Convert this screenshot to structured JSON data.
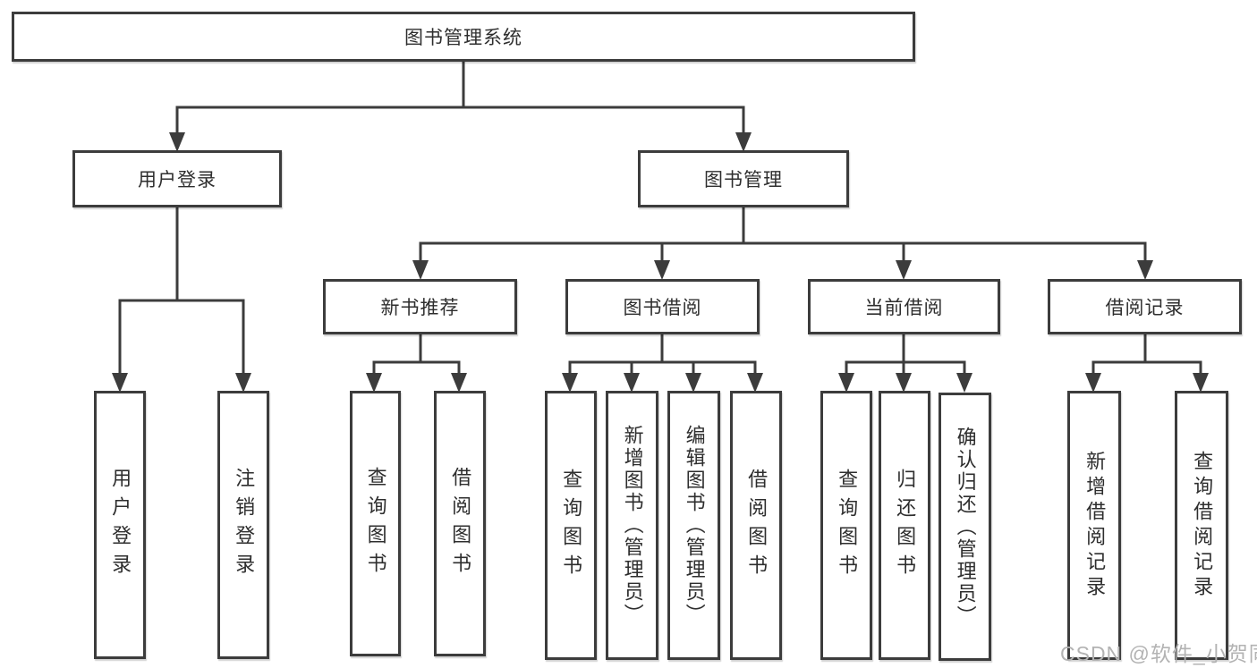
{
  "diagram": {
    "root_label": "图书管理系统",
    "user_branch": {
      "label": "用户登录",
      "children": [
        "用户登录",
        "注销登录"
      ]
    },
    "mgmt_branch": {
      "label": "图书管理",
      "groups": [
        {
          "label": "新书推荐",
          "children": [
            "查询图书",
            "借阅图书"
          ]
        },
        {
          "label": "图书借阅",
          "children": [
            "查询图书",
            "新增图书（管理员）",
            "编辑图书（管理员）",
            "借阅图书"
          ]
        },
        {
          "label": "当前借阅",
          "children": [
            "查询图书",
            "归还图书",
            "确认归还（管理员）"
          ]
        },
        {
          "label": "借阅记录",
          "children": [
            "新增借阅记录",
            "查询借阅记录"
          ]
        }
      ]
    },
    "colors": {
      "line": "#3c3c3c",
      "text": "#2e2e2e",
      "watermark": "#b3b3b3",
      "background": "#ffffff"
    }
  },
  "watermark": {
    "text": "CSDN @软件_小贺同学"
  }
}
